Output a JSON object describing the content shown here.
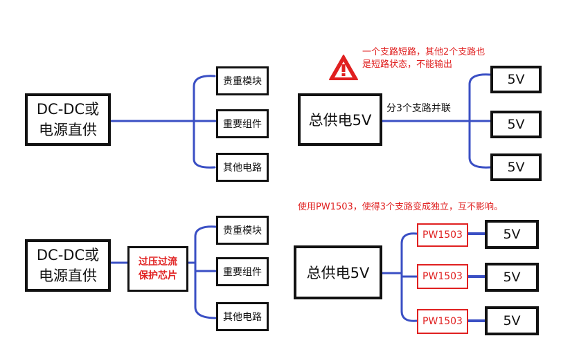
{
  "colors": {
    "wire": "#3a4fc4",
    "accent": "#e02020",
    "border": "#111111"
  },
  "top_left": {
    "source": {
      "line1": "DC-DC或",
      "line2": "电源直供"
    },
    "loads": [
      "贵重模块",
      "重要组件",
      "其他电路"
    ]
  },
  "top_right": {
    "supply": "总供电5V",
    "split_label": "分3个支路并联",
    "warning": {
      "icon": "warning-triangle-icon",
      "line1": "一个支路短路，其他2个支路也",
      "line2": "是短路状态，不能输出"
    },
    "outputs": [
      "5V",
      "5V",
      "5V"
    ]
  },
  "bottom_left": {
    "source": {
      "line1": "DC-DC或",
      "line2": "电源直供"
    },
    "protect": {
      "line1": "过压过流",
      "line2": "保护芯片"
    },
    "loads": [
      "贵重模块",
      "重要组件",
      "其他电路"
    ]
  },
  "bottom_right": {
    "note": "使用PW1503，使得3个支路变成独立，互不影响。",
    "supply": "总供电5V",
    "chips": [
      "PW1503",
      "PW1503",
      "PW1503"
    ],
    "outputs": [
      "5V",
      "5V",
      "5V"
    ]
  }
}
